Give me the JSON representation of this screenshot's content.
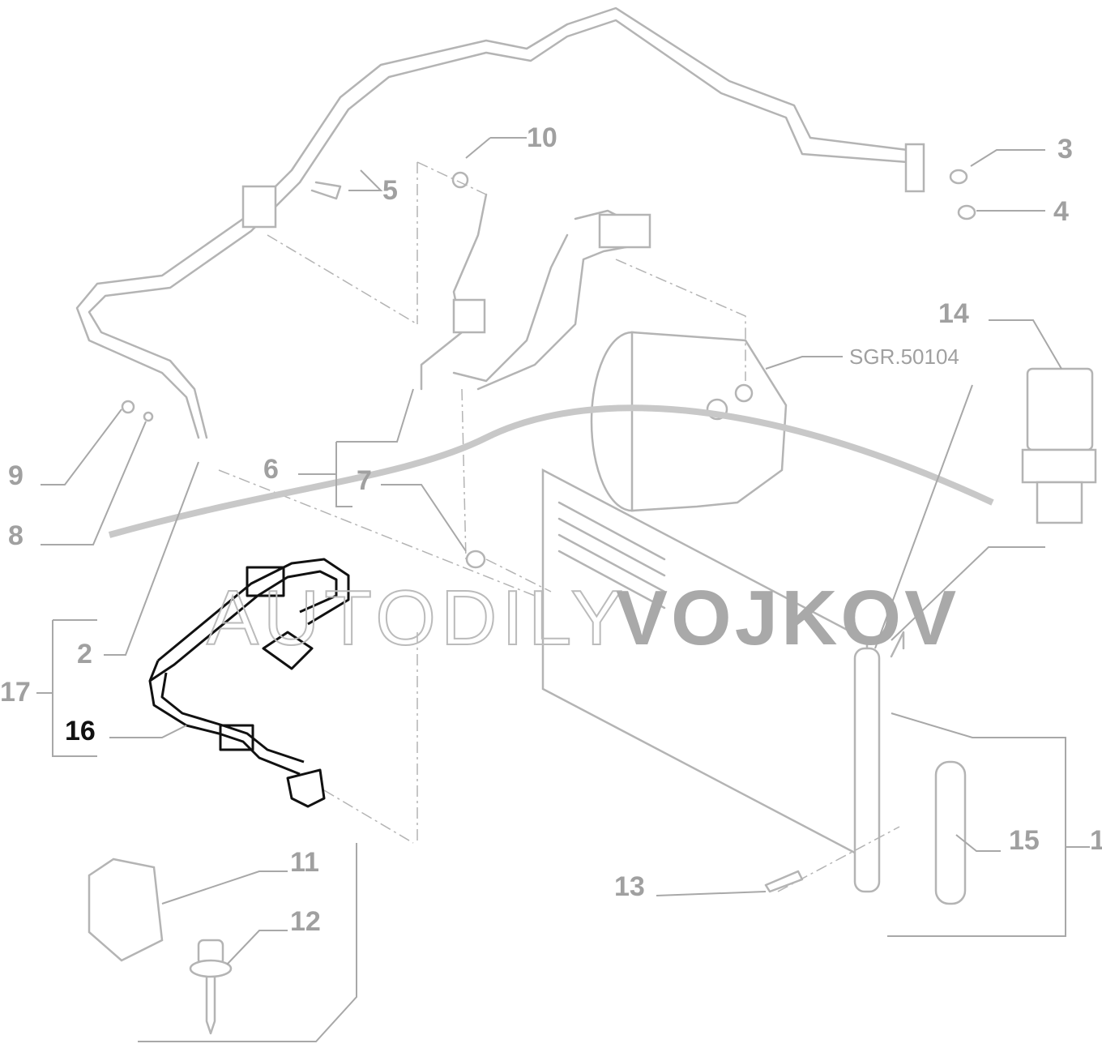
{
  "diagram": {
    "reference_code": "SGR.50104",
    "highlighted_part": "16",
    "labels": [
      "1",
      "2",
      "3",
      "4",
      "5",
      "6",
      "7",
      "8",
      "9",
      "10",
      "11",
      "12",
      "13",
      "14",
      "15",
      "16",
      "17"
    ],
    "watermark": {
      "light": "AUTODILY",
      "bold": "VOJKOV"
    }
  }
}
